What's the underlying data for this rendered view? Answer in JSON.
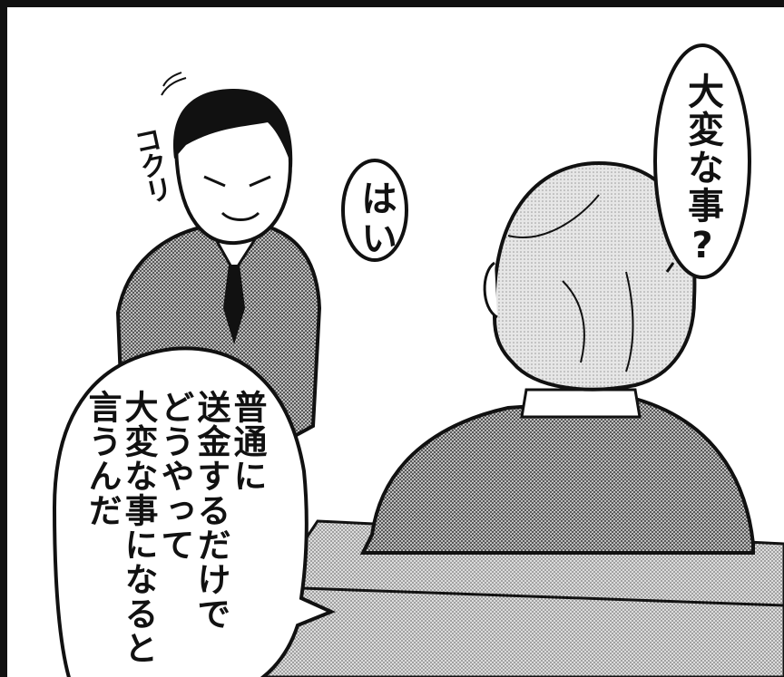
{
  "comic": {
    "bubble_top_right": "大変な事?",
    "bubble_middle": "はい",
    "bubble_bottom_left": "普通に\n送金するだけで\nどうやって\n大変な事になると\n言うんだ",
    "sound_effect": "コクリ"
  },
  "colors": {
    "ink": "#111111",
    "screentone_dark": "#777777",
    "screentone_light": "#b9b9b9",
    "paper": "#ffffff"
  }
}
